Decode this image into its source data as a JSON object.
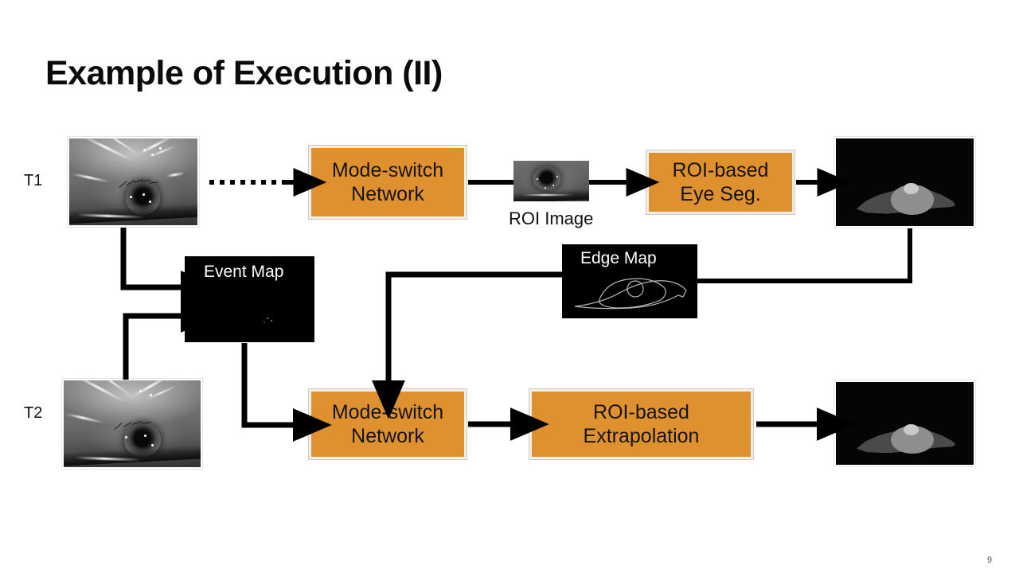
{
  "slide": {
    "title": "Example of Execution (II)",
    "page_number": "9",
    "background_color": "#ffffff"
  },
  "colors": {
    "process_box_fill": "#e0912f",
    "process_box_border": "#f2efe9",
    "arrow": "#000000",
    "panel_background": "#000000",
    "text": "#000000",
    "caption_on_dark": "#ffffff"
  },
  "time_labels": [
    {
      "id": "t1",
      "label": "T1"
    },
    {
      "id": "t2",
      "label": "T2"
    }
  ],
  "panels": [
    {
      "id": "t1-eye-image",
      "caption": "",
      "kind": "ir-eye-photo"
    },
    {
      "id": "t2-eye-image",
      "caption": "",
      "kind": "ir-eye-photo"
    },
    {
      "id": "roi-image",
      "caption": "ROI Image",
      "caption_position": "below",
      "kind": "ir-eye-crop"
    },
    {
      "id": "event-map",
      "caption": "Event Map",
      "caption_position": "inside-top",
      "kind": "event-map"
    },
    {
      "id": "edge-map",
      "caption": "Edge Map",
      "caption_position": "inside-top",
      "kind": "edge-map"
    },
    {
      "id": "t1-segmentation",
      "caption": "",
      "kind": "segmentation-map"
    },
    {
      "id": "t2-segmentation",
      "caption": "",
      "kind": "segmentation-map"
    }
  ],
  "process_boxes": [
    {
      "id": "mode-switch-network-t1",
      "line1": "Mode-switch",
      "line2": "Network"
    },
    {
      "id": "roi-based-eye-seg",
      "line1": "ROI-based",
      "line2": "Eye Seg."
    },
    {
      "id": "mode-switch-network-t2",
      "line1": "Mode-switch",
      "line2": "Network"
    },
    {
      "id": "roi-based-extrapolation",
      "line1": "ROI-based",
      "line2": "Extrapolation"
    }
  ],
  "connections": [
    {
      "id": "t1-image-to-mode-switch",
      "style": "dotted",
      "arrowhead": true
    },
    {
      "id": "mode-switch-to-roi-image",
      "style": "solid",
      "arrowhead": false
    },
    {
      "id": "roi-image-to-eye-seg",
      "style": "solid",
      "arrowhead": true
    },
    {
      "id": "eye-seg-to-t1-segmentation",
      "style": "solid",
      "arrowhead": true
    },
    {
      "id": "t1-image-to-event-map",
      "style": "solid",
      "arrowhead": true
    },
    {
      "id": "t2-image-to-event-map",
      "style": "solid",
      "arrowhead": true
    },
    {
      "id": "t1-segmentation-to-edge-map",
      "style": "solid",
      "arrowhead": false
    },
    {
      "id": "edge-map-to-mode-switch-t2",
      "style": "solid",
      "arrowhead": true
    },
    {
      "id": "event-map-to-mode-switch-t2",
      "style": "solid",
      "arrowhead": true
    },
    {
      "id": "mode-switch-t2-to-extrapolation",
      "style": "solid",
      "arrowhead": true
    },
    {
      "id": "extrapolation-to-t2-segmentation",
      "style": "solid",
      "arrowhead": true
    }
  ]
}
